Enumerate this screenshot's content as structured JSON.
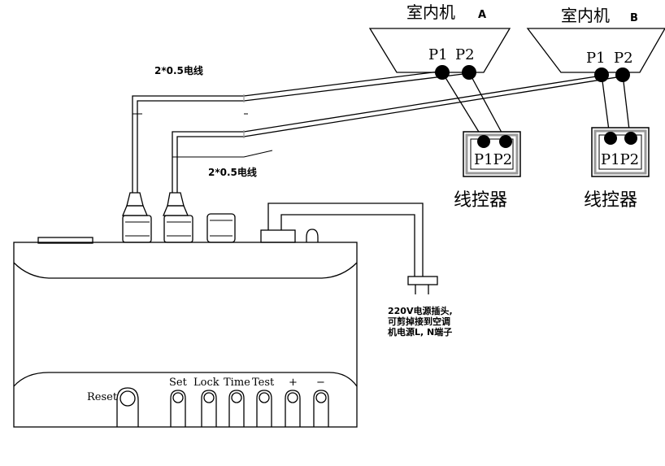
{
  "indoor_unit_a": {
    "title": "室内机",
    "suffix": "A",
    "p1": "P1",
    "p2": "P2"
  },
  "indoor_unit_b": {
    "title": "室内机",
    "suffix": "B",
    "p1": "P1",
    "p2": "P2"
  },
  "controller_a": {
    "terminals": "P1P2",
    "caption": "线控器"
  },
  "controller_b": {
    "terminals": "P1P2",
    "caption": "线控器"
  },
  "cable_labels": {
    "top": "2*0.5电线",
    "bottom": "2*0.5电线"
  },
  "power_note": {
    "line1": "220V电源插头,",
    "line2": "可剪掉接到空调",
    "line3": "机电源L, N端子"
  },
  "buttons": {
    "reset": "Reset",
    "set": "Set",
    "lock": "Lock",
    "time": "Time",
    "test": "Test",
    "plus": "+",
    "minus": "−"
  }
}
